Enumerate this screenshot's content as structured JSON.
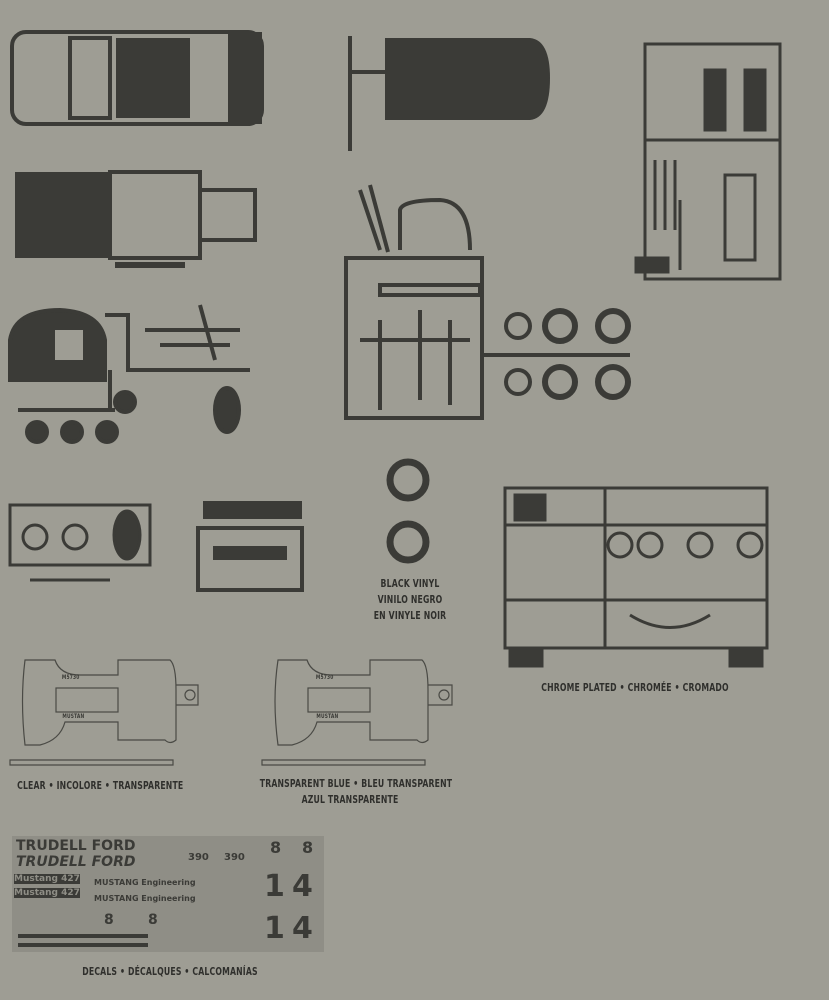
{
  "labels": {
    "black_vinyl": [
      "BLACK VINYL",
      "VINILO NEGRO",
      "EN VINYLE NOIR"
    ],
    "chrome": "CHROME PLATED • CHROMÉE • CROMADO",
    "clear": "CLEAR • INCOLORE • TRANSPARENTE",
    "transparent_blue": [
      "TRANSPARENT BLUE • BLEU TRANSPARENT",
      "AZUL TRANSPARENTE"
    ],
    "decals": "DECALS • DÉCALQUES • CALCOMANÍAS"
  },
  "glass_part": {
    "top_text": "M5730",
    "bottom_text": "MUSTAN"
  },
  "decal_sheet": {
    "line1": "TRUDELL FORD",
    "line2": "TRUDELL FORD",
    "mustang1": "Mustang 427",
    "mustang2": "Mustang 427",
    "eng1": "MUSTANG Engineering",
    "eng2": "MUSTANG Engineering",
    "num390a": "390",
    "num390b": "390",
    "big1a": "1",
    "big4a": "4",
    "big1b": "1",
    "big4b": "4",
    "eight1": "8",
    "eight2": "8",
    "eight3": "8",
    "eight4": "8"
  },
  "colors": {
    "background": "#9e9d94",
    "ink": "#3b3b37"
  }
}
